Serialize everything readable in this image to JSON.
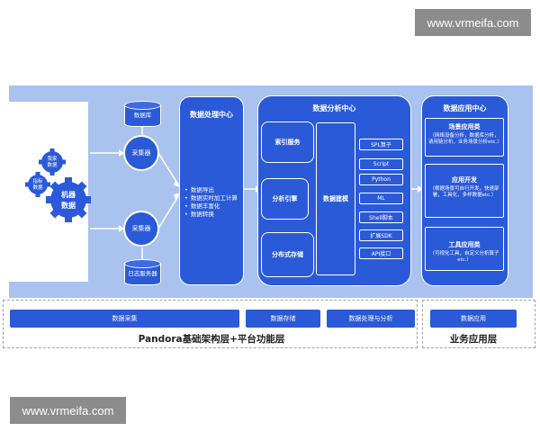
{
  "watermark_top": "www.vrmeifa.com",
  "watermark_bottom": "www.vrmeifa.com",
  "sources": {
    "gears": {
      "small_top": "我家\n数据",
      "small_left": "指标\n数据",
      "big": "机器\n数据"
    },
    "collector_top": "采集器",
    "collector_bottom": "采集器",
    "database": "数据库",
    "log_server": "日志服务器"
  },
  "processing_center": {
    "title": "数据处理中心",
    "items": [
      "数据导出",
      "数据实时加工计算",
      "数据丰富化",
      "数据转换"
    ]
  },
  "analysis_center": {
    "title": "数据分析中心",
    "modules": [
      "索引服务",
      "分析引擎",
      "分布式存储"
    ],
    "modeling": "数据建模",
    "tools": [
      "SPL算子",
      "Script",
      "Python",
      "ML",
      "Shell脚本",
      "扩展SDK",
      "API接口"
    ]
  },
  "application_center": {
    "title": "数据应用中心",
    "cards": [
      {
        "heading": "场景应用类",
        "desc": "（网络设备分析，数据库分析，请用链分析，业务场景分析etc.）"
      },
      {
        "heading": "应用开发",
        "desc": "（根据场景可自行开发，快速部署，工具化，多样数据etc.）"
      },
      {
        "heading": "工具应用类",
        "desc": "（可视化工具，自定义分析算子etc.）"
      }
    ]
  },
  "bottom": {
    "platform_buttons": [
      "数据采集",
      "数据存储",
      "数据处理与分析"
    ],
    "platform_label": "Pandora基础架构层+平台功能层",
    "business_button": "数据应用",
    "business_label": "业务应用层"
  },
  "colors": {
    "band": "#a9c2ee",
    "panel": "#2a5ad7",
    "watermark": "#8c8c8c"
  }
}
